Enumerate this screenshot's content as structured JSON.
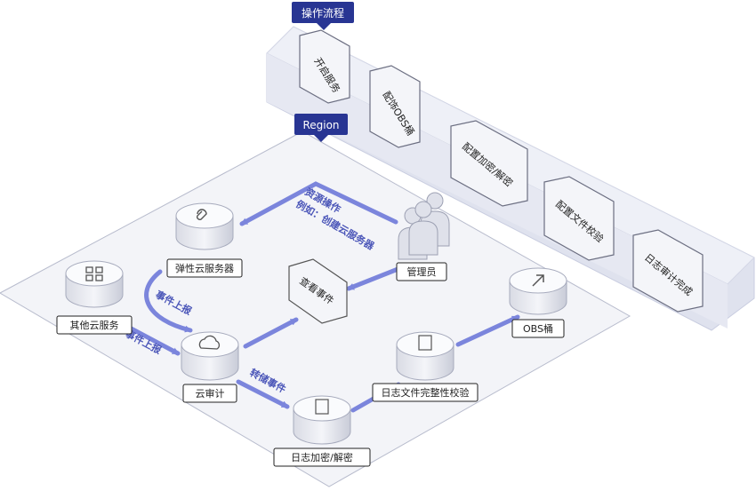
{
  "process": {
    "title": "操作流程",
    "steps": [
      "开启服务",
      "配饰OBS桶",
      "配置加密/解密",
      "配置文件校验",
      "日志审计完成"
    ]
  },
  "region": {
    "title": "Region"
  },
  "nodes": {
    "ecs": "弹性云服务器",
    "other": "其他云服务",
    "cts": "云审计",
    "view": "查看事件",
    "admin": "管理员",
    "obs": "OBS桶",
    "verify": "日志文件完整性校验",
    "encrypt": "日志加密/解密"
  },
  "edges": {
    "resource_op_line1": "资源操作",
    "resource_op_line2": "例如：创建云服务器",
    "report1": "事件上报",
    "report2": "事件上报",
    "transfer": "转储事件"
  },
  "colors": {
    "accent": "#283593",
    "arrow": "#7b85dc",
    "panel": "#eef0f6"
  }
}
